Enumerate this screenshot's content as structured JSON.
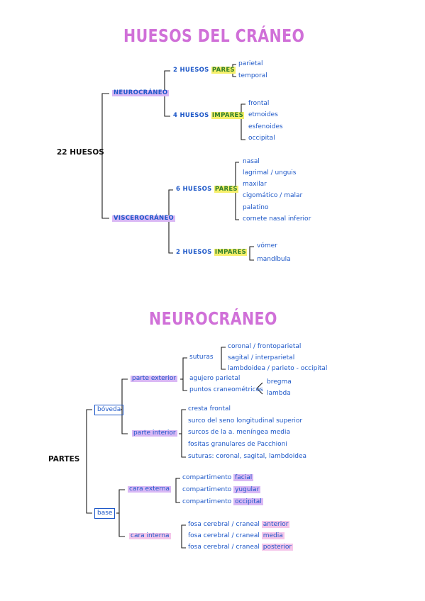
{
  "diagram1": {
    "title": "HUESOS DEL CRÁNEO",
    "root": "22 HUESOS",
    "neuro": {
      "label": "NEUROCRÁNEO",
      "pares": {
        "prefix": "2 HUESOS",
        "kw": "PARES",
        "items": [
          "parietal",
          "temporal"
        ]
      },
      "impares": {
        "prefix": "4 HUESOS",
        "kw": "IMPARES",
        "items": [
          "frontal",
          "etmoides",
          "esfenoides",
          "occipital"
        ]
      }
    },
    "visc": {
      "label": "VISCEROCRÁNEO",
      "pares": {
        "prefix": "6 HUESOS",
        "kw": "PARES",
        "items": [
          "nasal",
          "lagrimal / unguis",
          "maxilar",
          "cigomático / malar",
          "palatino",
          "cornete nasal inferior"
        ]
      },
      "impares": {
        "prefix": "2 HUESOS",
        "kw": "IMPARES",
        "items": [
          "vómer",
          "mandíbula"
        ]
      }
    }
  },
  "diagram2": {
    "title": "NEUROCRÁNEO",
    "root": "PARTES",
    "boveda": {
      "label": "bóveda",
      "exterior": {
        "label": "parte exterior",
        "suturas_label": "suturas",
        "suturas": [
          "coronal / frontoparietal",
          "sagital / interparietal",
          "lambdoidea / parieto - occipital"
        ],
        "agujero": "agujero parietal",
        "puntos_label": "puntos craneométricos",
        "puntos": [
          "bregma",
          "lambda"
        ]
      },
      "interior": {
        "label": "parte interior",
        "items": [
          "cresta frontal",
          "surco del seno longitudinal superior",
          "surcos de la a. meníngea media",
          "fositas granulares de Pacchioni",
          "suturas: coronal, sagital, lambdoidea"
        ]
      }
    },
    "base": {
      "label": "base",
      "externa": {
        "label": "cara externa",
        "items": [
          {
            "pre": "compartimento",
            "kw": "facial"
          },
          {
            "pre": "compartimento",
            "kw": "yugular"
          },
          {
            "pre": "compartimento",
            "kw": "occipital"
          }
        ]
      },
      "interna": {
        "label": "cara interna",
        "items": [
          {
            "pre": "fosa cerebral / craneal",
            "kw": "anterior"
          },
          {
            "pre": "fosa cerebral / craneal",
            "kw": "media"
          },
          {
            "pre": "fosa cerebral / craneal",
            "kw": "posterior"
          }
        ]
      }
    }
  },
  "colors": {
    "title": "#d070d8",
    "ink": "#1e58c8",
    "highlight_purple": "#d9b8f5",
    "highlight_pink": "#f5c6ea",
    "highlight_yellow": "#f6ef6a"
  }
}
